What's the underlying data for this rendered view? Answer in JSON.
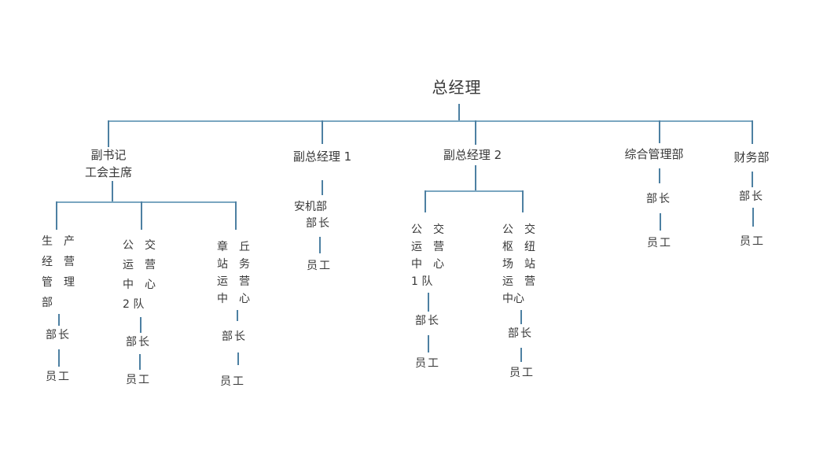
{
  "colors": {
    "line_vertical": "#4d80a2",
    "line_horizontal": "#7aa6c0",
    "text": "#383838",
    "background": "#ffffff"
  },
  "org_chart": {
    "title": "总经理",
    "level2": {
      "fushuji": {
        "line1": "副书记",
        "line2": "工会主席"
      },
      "fuzong1": "副总经理 1",
      "fuzong2": "副总经理 2",
      "zonghe": "综合管理部",
      "caiwu": "财务部"
    },
    "departments": {
      "shengchan": {
        "lines": [
          "生　产",
          "经　营",
          "管　理",
          "部"
        ],
        "manager": "部长",
        "staff": "员工"
      },
      "gongjiao2dui": {
        "lines": [
          "公　交",
          "运　营",
          "中　心",
          "2 队"
        ],
        "manager": "部长",
        "staff": "员工"
      },
      "zhangqiu": {
        "lines": [
          "章　丘",
          "站　务",
          "运　营",
          "中　心"
        ],
        "manager": "部长",
        "staff": "员工"
      },
      "anji": {
        "name": "安机部",
        "manager": "部长",
        "staff": "员工"
      },
      "gongjiao1dui": {
        "lines": [
          "公　交",
          "运　营",
          "中　心",
          "1 队"
        ],
        "manager": "部长",
        "staff": "员工"
      },
      "shuniu": {
        "lines": [
          "公　交",
          "枢　纽",
          "场　站",
          "运　营",
          "中心"
        ],
        "manager": "部长",
        "staff": "员工"
      },
      "zonghe": {
        "manager": "部长",
        "staff": "员工"
      },
      "caiwu": {
        "manager": "部长",
        "staff": "员工"
      }
    }
  }
}
